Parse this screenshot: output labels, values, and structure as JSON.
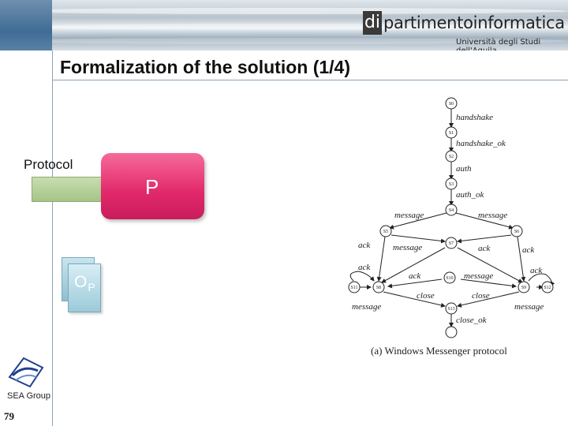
{
  "header": {
    "logo_mark": "di",
    "logo_name": "partimentoinformatica",
    "logo_subtitle": "Università degli Studi dell'Aquila"
  },
  "slide": {
    "title": "Formalization of the solution (1/4)",
    "protocol_label": "Protocol",
    "p_label": "P",
    "op_main": "O",
    "op_sub": "P"
  },
  "footer": {
    "group_label": "SEA Group",
    "page_number": "79"
  },
  "figure": {
    "caption": "(a) Windows Messenger protocol",
    "states": [
      "S0",
      "S1",
      "S2",
      "S3",
      "S4",
      "S5",
      "S6",
      "S7",
      "S8",
      "S9",
      "S10",
      "S11",
      "S12",
      "S13"
    ],
    "edge_labels": {
      "handshake": "handshake",
      "handshake_ok": "handshake_ok",
      "auth": "auth",
      "auth_ok": "auth_ok",
      "message": "message",
      "ack": "ack",
      "close": "close",
      "close_ok": "close_ok"
    }
  },
  "colors": {
    "p_box": "#e2286a",
    "protocol_bar": "#a6c487",
    "op_box": "#9ccad9",
    "rule_lines": "#8aa3bb"
  }
}
